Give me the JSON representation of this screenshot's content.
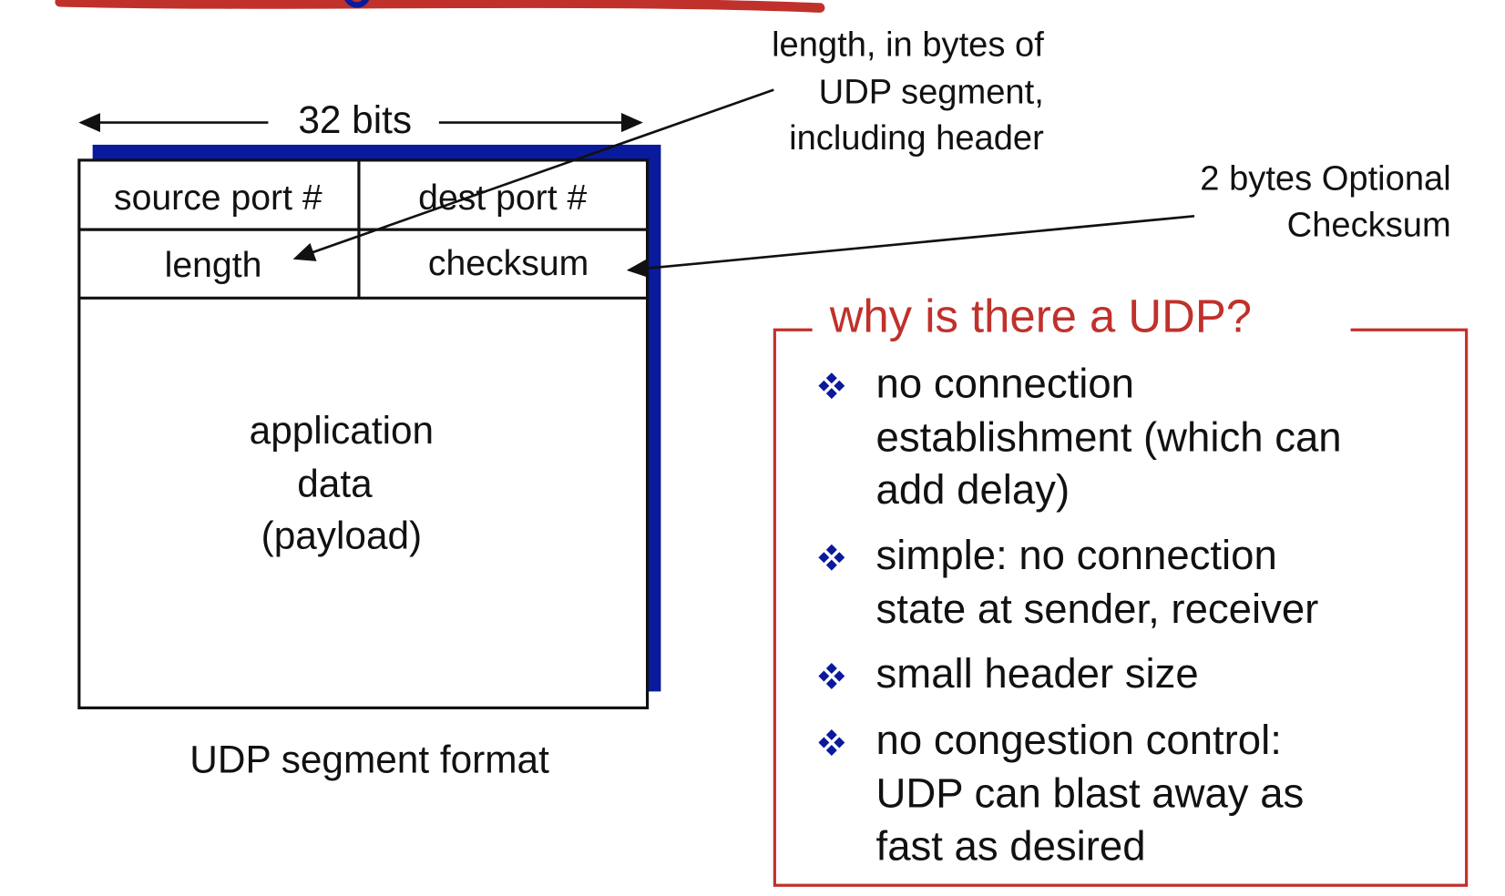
{
  "diagram": {
    "width_label": "32 bits",
    "fields": {
      "source_port": "source port #",
      "dest_port": "dest port #",
      "length": "length",
      "checksum": "checksum",
      "payload": [
        "application",
        "data",
        "(payload)"
      ]
    },
    "caption": "UDP segment format",
    "annotations": {
      "length_note": [
        "length, in bytes of",
        "UDP segment,",
        "including header"
      ],
      "checksum_note": [
        "2 bytes Optional",
        "Checksum"
      ]
    }
  },
  "why_box": {
    "title": "why is there a UDP?",
    "bullets": [
      [
        "no connection",
        "establishment (which can",
        "add delay)"
      ],
      [
        "simple: no connection",
        "state at sender, receiver"
      ],
      [
        "small header size"
      ],
      [
        "no congestion control:",
        "UDP can blast away as",
        "fast as desired"
      ]
    ]
  },
  "colors": {
    "accent_red": "#c0312b",
    "shadow_blue": "#0a1a9c",
    "bullet_blue": "#0a1a9c"
  }
}
